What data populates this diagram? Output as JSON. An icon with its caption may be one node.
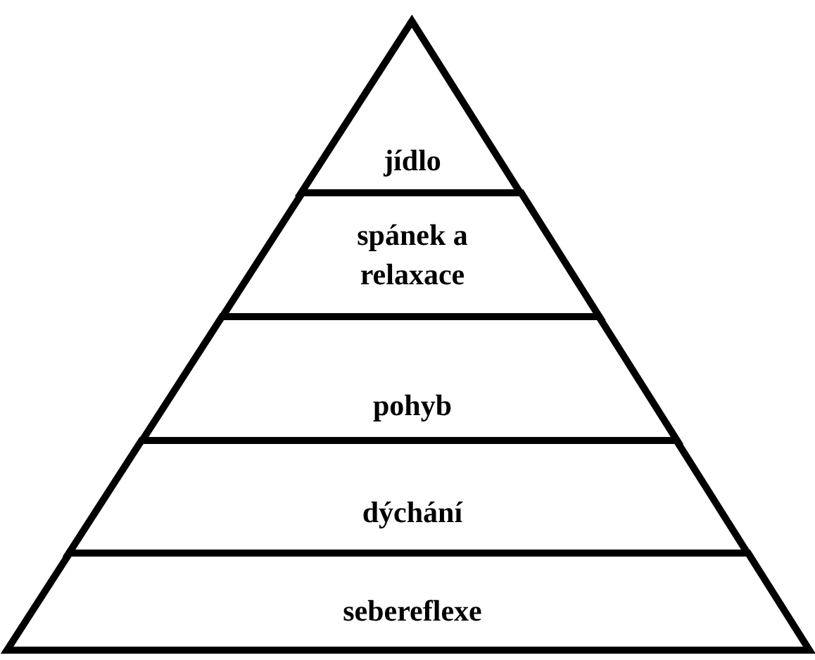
{
  "diagram": {
    "nodes": [
      {
        "text": [
          "jídlo"
        ]
      },
      {
        "text": [
          "spánek a relaxace"
        ]
      },
      {
        "text": [
          "pohyb"
        ]
      },
      {
        "text": [
          "dýchání"
        ]
      },
      {
        "text": [
          "sebereflexe"
        ]
      }
    ]
  }
}
